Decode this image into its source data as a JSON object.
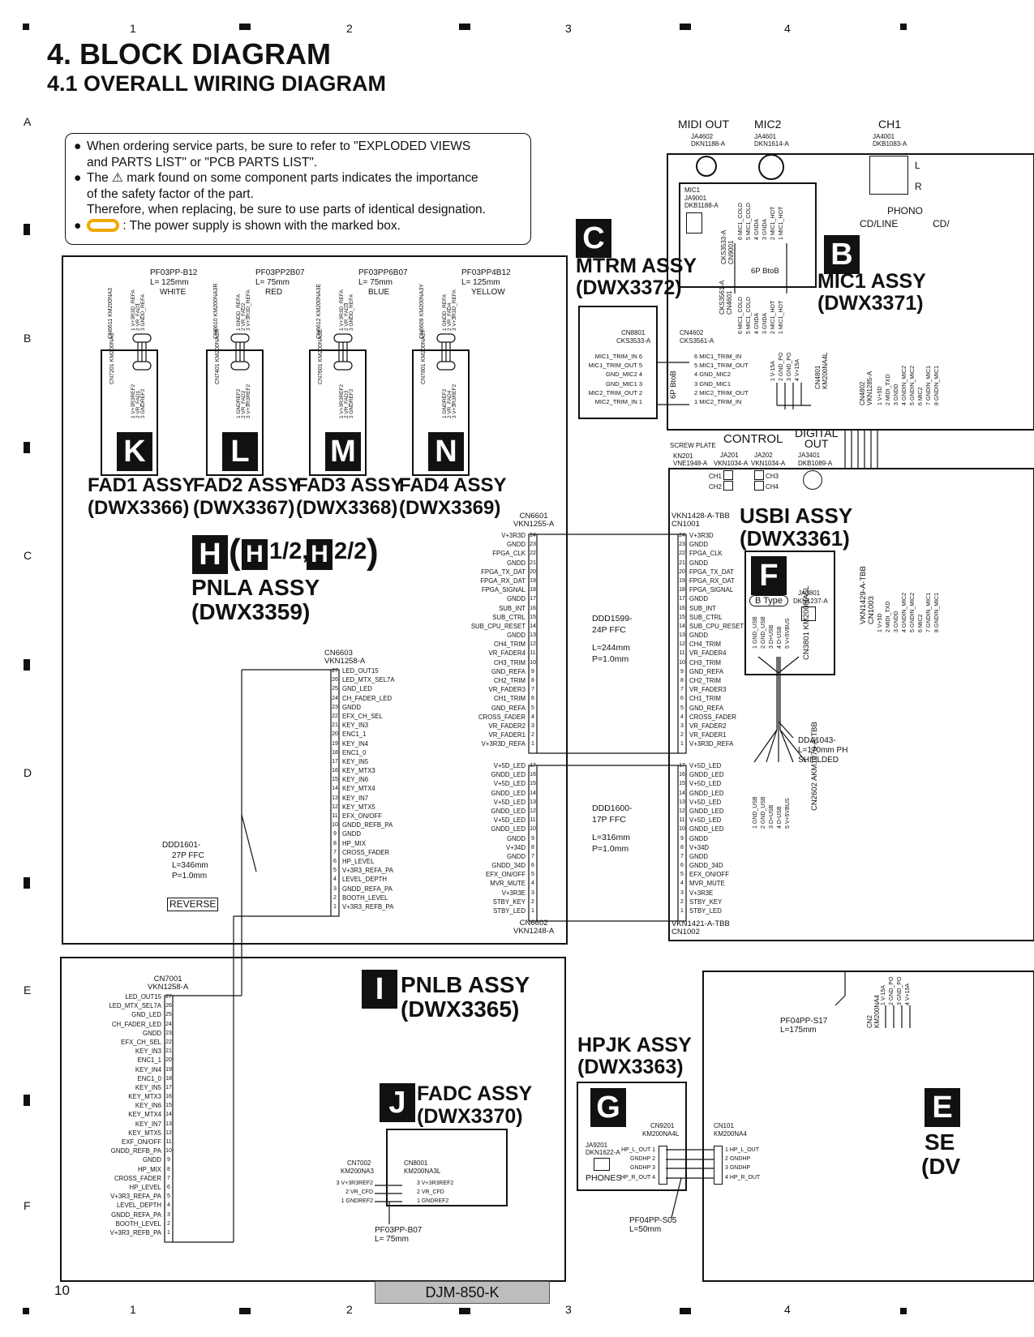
{
  "grid": {
    "cols": [
      "1",
      "2",
      "3",
      "4"
    ],
    "rows": [
      "A",
      "B",
      "C",
      "D",
      "E",
      "F"
    ]
  },
  "title": "4. BLOCK DIAGRAM",
  "subtitle": "4.1  OVERALL WIRING DIAGRAM",
  "notes": {
    "line1": "When ordering service parts, be sure to refer to \"EXPLODED VIEWS",
    "line1b": "and PARTS LIST\" or  \"PCB PARTS LIST\".",
    "line2a": "The",
    "line2b": "mark found on some component parts indicates the importance",
    "line2c": "of the safety factor of the part.",
    "line2d": "Therefore, when  replacing, be sure to use parts of identical designation.",
    "line3": ": The power supply is shown with the marked box."
  },
  "faders": [
    {
      "letter": "K",
      "name": "FAD1 ASSY",
      "code": "(DWX3366)",
      "cable": "PF03PP-B12",
      "len": "L= 125mm",
      "color": "WHITE",
      "cn_top": "CN6611 KM200NA3",
      "cn_box": "CN7201 KM200NA3",
      "pins_top": [
        "1 V+3R3D_REFA",
        "2 VR_FAD1",
        "3 GNDD_REFA"
      ],
      "pins_box": [
        "1 V+3R3REF2",
        "2 VR_FAD1",
        "3 GNDREF2"
      ]
    },
    {
      "letter": "L",
      "name": "FAD2 ASSY",
      "code": "(DWX3367)",
      "cable": "PF03PP2B07",
      "len": "L= 75mm",
      "color": "RED",
      "cn_top": "CN6610 KM200NA3R",
      "cn_box": "CN7401 KM200NA3R",
      "pins_top": [
        "1 GNDD_REFA",
        "2 VR_FAD2",
        "3 V+3R3D_REFA"
      ],
      "pins_box": [
        "1 GNDREF2",
        "2 VR_FAD2",
        "3 V+3R3REF2"
      ]
    },
    {
      "letter": "M",
      "name": "FAD3 ASSY",
      "code": "(DWX3368)",
      "cable": "PF03PP6B07",
      "len": "L= 75mm",
      "color": "BLUE",
      "cn_top": "CN6612 KM200NA3E",
      "cn_box": "CN7601 KM200NA3E",
      "pins_top": [
        "1 V+3R3D_REFA",
        "2 VR_FAD3",
        "3 GNDD_REFA"
      ],
      "pins_box": [
        "1 V+3R3REF2",
        "2 VR_FAD3",
        "3 GNDREF2"
      ]
    },
    {
      "letter": "N",
      "name": "FAD4 ASSY",
      "code": "(DWX3369)",
      "cable": "PF03PP4B12",
      "len": "L= 125mm",
      "color": "YELLOW",
      "cn_top": "CN6609 KM200NA3Y",
      "cn_box": "CN7801 KM200NA3Y",
      "pins_top": [
        "1 GNDD_REFA",
        "2 VR_FAD4",
        "3 V+3R3D_REFA"
      ],
      "pins_box": [
        "1 GNDREF2",
        "2 VR_FAD4",
        "3 V+3R3REF2"
      ]
    }
  ],
  "pnla": {
    "letter": "H",
    "sub1": "1/2,",
    "sub2": "2/2",
    "name": "PNLA ASSY",
    "code": "(DWX3359)"
  },
  "cn6601": {
    "label": "CN6601",
    "part": "VKN1255-A",
    "pins": [
      "V+3R3D",
      "GNDD",
      "FPGA_CLK",
      "GNDD",
      "FPGA_TX_DAT",
      "FPGA_RX_DAT",
      "FPGA_SIGNAL",
      "GNDD",
      "SUB_INT",
      "SUB_CTRL",
      "SUB_CPU_RESET",
      "GNDD",
      "CH4_TRIM",
      "VR_FADER4",
      "CH3_TRIM",
      "GND_REFA",
      "CH2_TRIM",
      "VR_FADER3",
      "CH1_TRIM",
      "GND_REFA",
      "CROSS_FADER",
      "VR_FADER2",
      "VR_FADER1",
      "V+3R3D_REFA"
    ],
    "nums": [
      "24",
      "23",
      "22",
      "21",
      "20",
      "19",
      "18",
      "17",
      "16",
      "15",
      "14",
      "13",
      "12",
      "11",
      "10",
      "9",
      "8",
      "7",
      "6",
      "5",
      "4",
      "3",
      "2",
      "1"
    ]
  },
  "cn6602": {
    "label": "CN6602",
    "part": "VKN1248-A",
    "pins": [
      "V+5D_LED",
      "GNDD_LED",
      "V+5D_LED",
      "GNDD_LED",
      "V+5D_LED",
      "GNDD_LED",
      "V+5D_LED",
      "GNDD_LED",
      "GNDD",
      "V+34D",
      "GNDD",
      "GNDD_34D",
      "EFX_ON/OFF",
      "MVR_MUTE",
      "V+3R3E",
      "STBY_KEY",
      "STBY_LED"
    ],
    "nums": [
      "17",
      "16",
      "15",
      "14",
      "13",
      "12",
      "11",
      "10",
      "9",
      "8",
      "7",
      "6",
      "5",
      "4",
      "3",
      "2",
      "1"
    ]
  },
  "cn6603": {
    "label": "CN6603",
    "part": "VKN1258-A",
    "pins": [
      "LED_OUT15",
      "LED_MTX_SEL7A",
      "GND_LED",
      "CH_FADER_LED",
      "GNDD",
      "EFX_CH_SEL",
      "KEY_IN3",
      "ENC1_1",
      "KEY_IN4",
      "ENC1_0",
      "KEY_IN5",
      "KEY_MTX3",
      "KEY_IN6",
      "KEY_MTX4",
      "KEY_IN7",
      "KEY_MTX5",
      "EFX_ON/OFF",
      "GNDD_REFB_PA",
      "GNDD",
      "HP_MIX",
      "CROSS_FADER",
      "HP_LEVEL",
      "V+3R3_REFA_PA",
      "LEVEL_DEPTH",
      "GNDD_REFA_PA",
      "BOOTH_LEVEL",
      "V+3R3_REFB_PA"
    ],
    "nums": [
      "27",
      "26",
      "25",
      "24",
      "23",
      "22",
      "21",
      "20",
      "19",
      "18",
      "17",
      "16",
      "15",
      "14",
      "13",
      "12",
      "11",
      "10",
      "9",
      "8",
      "7",
      "6",
      "5",
      "4",
      "3",
      "2",
      "1"
    ]
  },
  "cn7001": {
    "label": "CN7001",
    "part": "VKN1258-A",
    "pins": [
      "LED_OUT15",
      "LED_MTX_SEL7A",
      "GND_LED",
      "CH_FADER_LED",
      "GNDD",
      "EFX_CH_SEL",
      "KEY_IN3",
      "ENC1_1",
      "KEY_IN4",
      "ENC1_0",
      "KEY_IN5",
      "KEY_MTX3",
      "KEY_IN6",
      "KEY_MTX4",
      "KEY_IN7",
      "KEY_MTX5",
      "EXF_ON/OFF",
      "GNDD_REFB_PA",
      "GNDD",
      "HP_MIX",
      "CROSS_FADER",
      "HP_LEVEL",
      "V+3R3_REFA_PA",
      "LEVEL_DEPTH",
      "GNDD_REFA_PA",
      "BOOTH_LEVEL",
      "V+3R3_REFB_PA"
    ],
    "nums": [
      "27",
      "26",
      "25",
      "24",
      "23",
      "22",
      "21",
      "20",
      "19",
      "18",
      "17",
      "16",
      "15",
      "14",
      "13",
      "12",
      "11",
      "10",
      "9",
      "8",
      "7",
      "6",
      "5",
      "4",
      "3",
      "2",
      "1"
    ]
  },
  "cn1001": {
    "label": "VKN1428-A-TBB",
    "part": "CN1001",
    "pins": [
      "V+3R3D",
      "GNDD",
      "FPGA_CLK",
      "GNDD",
      "FPGA_TX_DAT",
      "FPGA_RX_DAT",
      "FPGA_SIGNAL",
      "GNDD",
      "SUB_INT",
      "SUB_CTRL",
      "SUB_CPU_RESET",
      "GNDD",
      "CH4_TRIM",
      "VR_FADER4",
      "CH3_TRIM",
      "GND_REFA",
      "CH2_TRIM",
      "VR_FADER3",
      "CH1_TRIM",
      "GND_REFA",
      "CROSS_FADER",
      "VR_FADER2",
      "VR_FADER1",
      "V+3R3D_REFA"
    ]
  },
  "cn1002": {
    "label": "VKN1421-A-TBB",
    "part": "CN1002",
    "pins": [
      "V+5D_LED",
      "GNDD_LED",
      "V+5D_LED",
      "GNDD_LED",
      "V+5D_LED",
      "GNDD_LED",
      "V+5D_LED",
      "GNDD_LED",
      "GNDD",
      "V+34D",
      "GNDD",
      "GNDD_34D",
      "EFX_ON/OFF",
      "MVR_MUTE",
      "V+3R3E",
      "STBY_KEY",
      "STBY_LED"
    ]
  },
  "ffc1": {
    "code": "DDD1599-",
    "type": "24P FFC",
    "len": "L=244mm",
    "pitch": "P=1.0mm"
  },
  "ffc2": {
    "code": "DDD1600-",
    "type": "17P FFC",
    "len": "L=316mm",
    "pitch": "P=1.0mm"
  },
  "ffc3": {
    "code": "DDD1601-",
    "type": "27P FFC",
    "len": "L=346mm",
    "pitch": "P=1.0mm",
    "reverse": "REVERSE"
  },
  "mtrm": {
    "letter": "C",
    "name": "MTRM ASSY",
    "code": "(DWX3372)",
    "cn": "CN8801",
    "cnpart": "CKS3533-A",
    "pins": [
      "MIC1_TRIM_IN",
      "MIC1_TRIM_OUT",
      "GND_MIC2",
      "GND_MIC1",
      "MIC2_TRIM_OUT",
      "MIC2_TRIM_IN"
    ],
    "btob": "6P BtoB",
    "cn2": "CN4602",
    "cn2part": "CKS3561-A",
    "pins2": [
      "MIC1_TRIM_IN",
      "MIC1_TRIM_OUT",
      "GND_MIC2",
      "GND_MIC1",
      "MIC2_TRIM_OUT",
      "MIC2_TRIM_IN"
    ]
  },
  "mic1": {
    "letter": "B",
    "name": "MIC1 ASSY",
    "code": "(DWX3371)",
    "label": "MIC1",
    "jack": "JA9001",
    "jackpart": "DKB1188-A",
    "cn": "CKS3533-A",
    "cnref": "CN9001",
    "cn2": "CKS3561-A",
    "cn2ref": "CN4601",
    "btob": "6P  BtoB",
    "pins": [
      "MIC1_COLD",
      "MIC1_COLD",
      "GNDA",
      "GNDA",
      "MIC1_HOT",
      "MIC1_HOT"
    ],
    "cn4801": "CN4801",
    "cn4801part": "KM200NA4L",
    "pins4801": [
      "V-15A",
      "GND_PO",
      "GND_PO",
      "V+15A"
    ]
  },
  "top_labels": {
    "midi": "MIDI OUT",
    "midi_ja": "JA4602",
    "midi_part": "DKN1188-A",
    "mic2": "MIC2",
    "mic2_ja": "JA4601",
    "mic2_part": "DKN1614-A",
    "ch1": "CH1",
    "ch1_ja": "JA4001",
    "ch1_part": "DKB1083-A",
    "l": "L",
    "r": "R",
    "phono": "PHONO",
    "cdline": "CD/LINE",
    "cd2": "CD/",
    "cn4802": "CN4802",
    "cn4802part": "VKN1285-A",
    "pins4802": [
      "V+5D",
      "MIDI_TXD",
      "GNDD",
      "GNDIN_MIC2",
      "GNDIN_MIC2",
      "MIC2",
      "GNDIN_MIC1",
      "GNDIN_MIC1"
    ]
  },
  "usbi": {
    "letter": "F",
    "name": "USBI ASSY",
    "code": "(DWX3361)",
    "screw": "SCREW PLATE",
    "screw_kn": "KN201",
    "screw_part": "VNE1948-A",
    "control": "CONTROL",
    "ja201": "JA201",
    "ja201part": "VKN1034-A",
    "ja202": "JA202",
    "ja202part": "VKN1034-A",
    "digital": "DIGITAL",
    "out": "OUT",
    "ja3401": "JA3401",
    "ja3401part": "DKB1089-A",
    "ch1": "CH1",
    "ch2": "CH2",
    "ch3": "CH3",
    "ch4": "CH4",
    "btype": "B Type",
    "ja3801": "JA3801",
    "ja3801part": "DKN1237-A",
    "usbpins": [
      "GND_USB",
      "GND_USB",
      "D+USB",
      "D-USB",
      "V+5VBUS"
    ],
    "cn3801": "CN3801",
    "cn3801part": "KM200NA5L",
    "dda": "DDA1043-",
    "ddalen": "L=170mm  PH",
    "shield": "SHIELDED",
    "cn2602": "CN2602",
    "cn2602part": "AKM1276-A-TBB",
    "cn1003": "VKN1429-A-TBB",
    "cn1003ref": "CN1003",
    "pins1003": [
      "V+5D",
      "MIDI_TXD",
      "GNDD",
      "GNDIN_MIC2",
      "GNDIN_MIC2",
      "MIC2",
      "GNDIN_MIC1",
      "GNDIN_MIC1"
    ]
  },
  "pnlb": {
    "letter": "I",
    "name": "PNLB ASSY",
    "code": "(DWX3365)"
  },
  "fadc": {
    "letter": "J",
    "name": "FADC ASSY",
    "code": "(DWX3370)",
    "cn7002": "CN7002",
    "cn7002part": "KM200NA3",
    "cn8001": "CN8001",
    "cn8001part": "KM200NA3L",
    "pins7002": [
      "3 V+3R3REF2",
      "2 VR_CFD",
      "1 GNDREF2"
    ],
    "pins8001": [
      "3 V+3R3REF2",
      "2 VR_CFD",
      "1 GNDREF2"
    ],
    "cable": "PF03PP-B07",
    "len": "L= 75mm"
  },
  "hpjk": {
    "letter": "G",
    "name": "HPJK ASSY",
    "code": "(DWX3363)",
    "cn9201": "CN9201",
    "cn9201part": "KM200NA4L",
    "ja9201": "JA9201",
    "ja9201part": "DKN1622-A",
    "phones": "PHONES",
    "pins": [
      "HP_L_OUT",
      "GNDHP",
      "GNDHP",
      "HP_R_OUT"
    ],
    "cn101": "CN101",
    "cn101part": "KM200NA4",
    "pins101": [
      "HP_L_OUT",
      "GNDHP",
      "GNDHP",
      "HP_R_OUT"
    ],
    "cable": "PF04PP-S05",
    "len": "L=50mm"
  },
  "sec": {
    "letter": "E",
    "name": "SE",
    "code": "(DV",
    "cn2": "CN2",
    "cn2part": "KM200NA4",
    "pins": [
      "V-15A",
      "GND_PO",
      "GND_PO",
      "V+15A"
    ],
    "cable": "PF04PP-S17",
    "len": "L=175mm"
  },
  "footer": {
    "page": "10",
    "model": "DJM-850-K"
  }
}
